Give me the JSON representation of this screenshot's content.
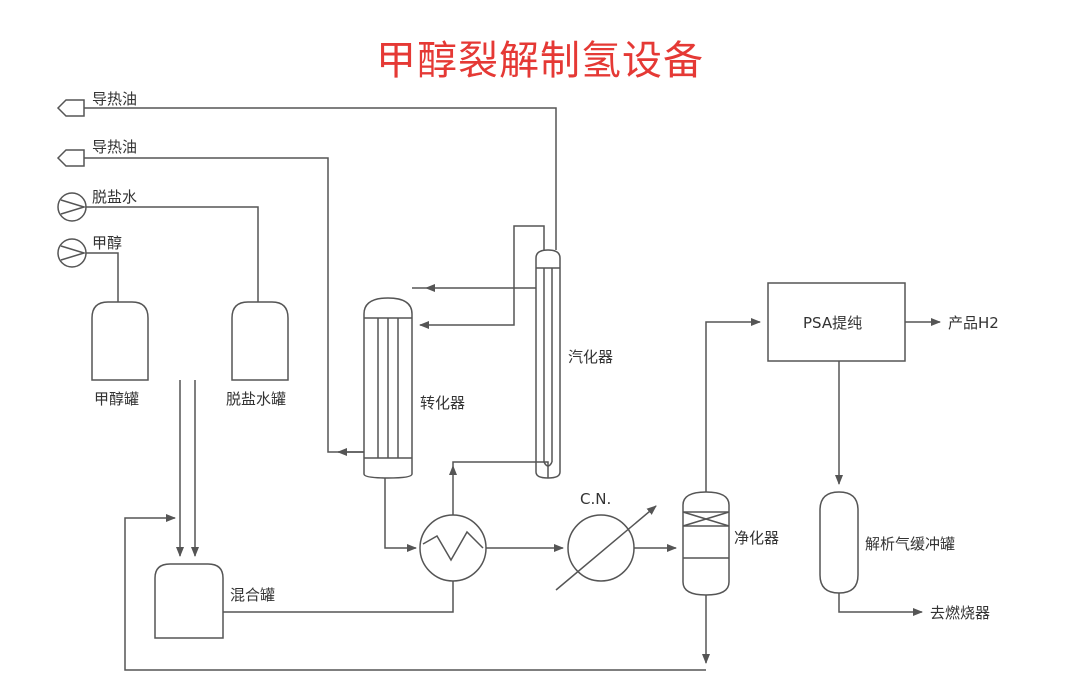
{
  "title": "甲醇裂解制氢设备",
  "labels": {
    "heat_oil_1": "导热油",
    "heat_oil_2": "导热油",
    "desalted_water": "脱盐水",
    "methanol": "甲醇",
    "methanol_tank": "甲醇罐",
    "desalted_water_tank": "脱盐水罐",
    "converter": "转化器",
    "vaporizer": "汽化器",
    "cn": "C.N.",
    "purifier": "净化器",
    "psa": "PSA提纯",
    "product_h2": "产品H2",
    "buffer_tank": "解析气缓冲罐",
    "to_burner": "去燃烧器",
    "mixing_tank": "混合罐"
  }
}
